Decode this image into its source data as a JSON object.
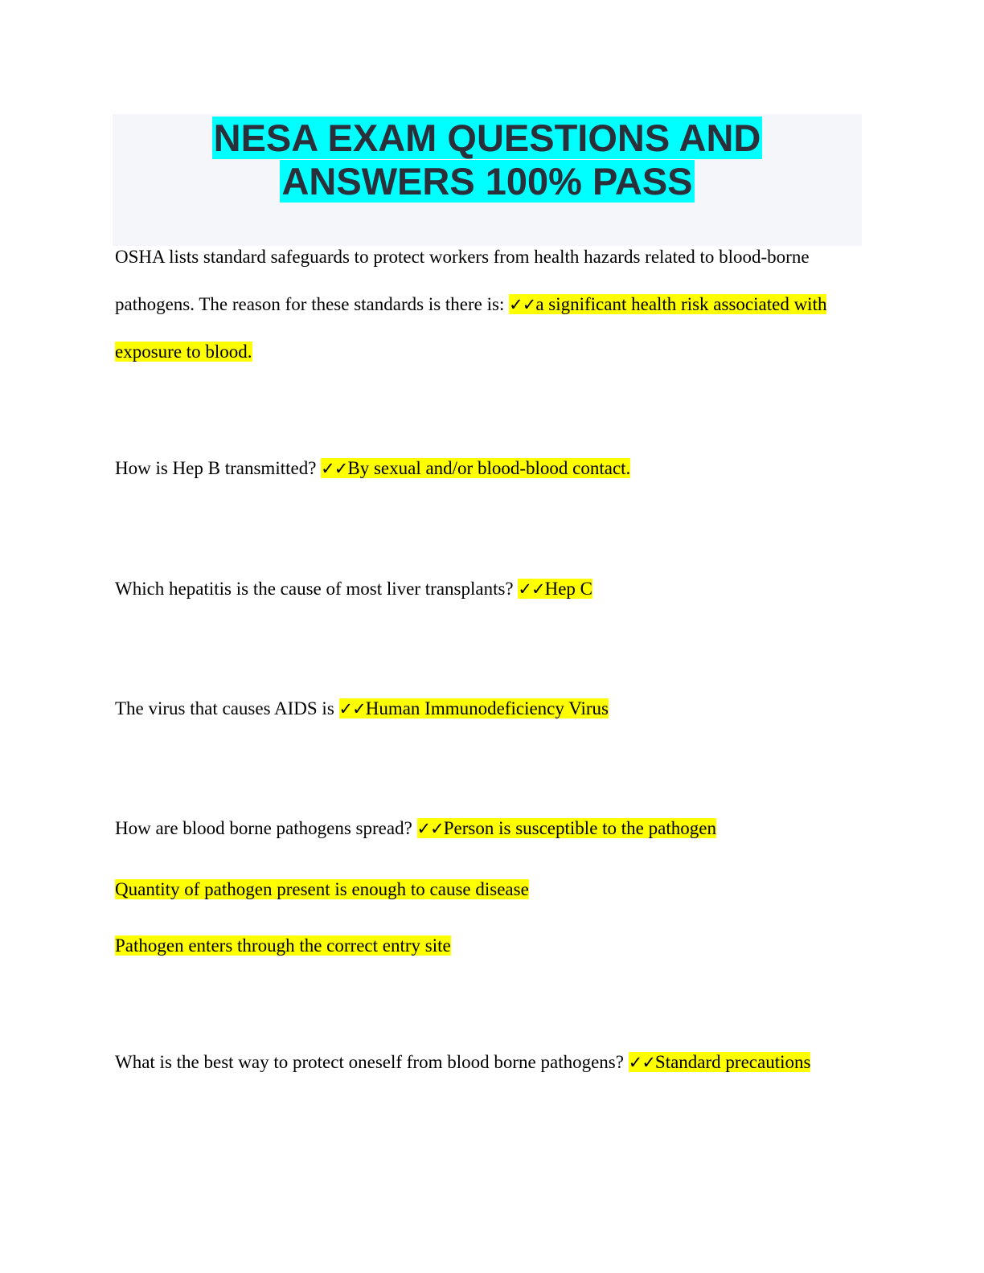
{
  "title": {
    "line1": "NESA EXAM QUESTIONS AND",
    "line2": "ANSWERS 100% PASS"
  },
  "check_mark": "✓✓",
  "items": [
    {
      "question_lines": [
        "OSHA lists standard safeguards to protect workers from health hazards related to blood-borne",
        "pathogens. The reason for these standards is there is: "
      ],
      "answer_inline": "a significant health risk associated with",
      "answer_lines": [
        "exposure to blood."
      ]
    },
    {
      "question": "How is Hep B transmitted? ",
      "answer": "By sexual and/or blood-blood contact."
    },
    {
      "question": "Which hepatitis is the cause of most liver transplants? ",
      "answer": "Hep C"
    },
    {
      "question": "The virus that causes AIDS is ",
      "answer": "Human Immunodeficiency Virus"
    },
    {
      "question": "How are blood borne pathogens spread? ",
      "answer": "Person is susceptible to the pathogen",
      "answer_lines": [
        "Quantity of pathogen present is enough to cause disease",
        "Pathogen enters through the correct entry site"
      ]
    },
    {
      "question": "What is the best way to protect oneself from blood borne pathogens? ",
      "answer": "Standard precautions"
    }
  ],
  "colors": {
    "title_highlight": "#00ffff",
    "answer_highlight": "#ffff00",
    "title_text": "#2b2f3a",
    "title_background": "#f5f6fa"
  }
}
